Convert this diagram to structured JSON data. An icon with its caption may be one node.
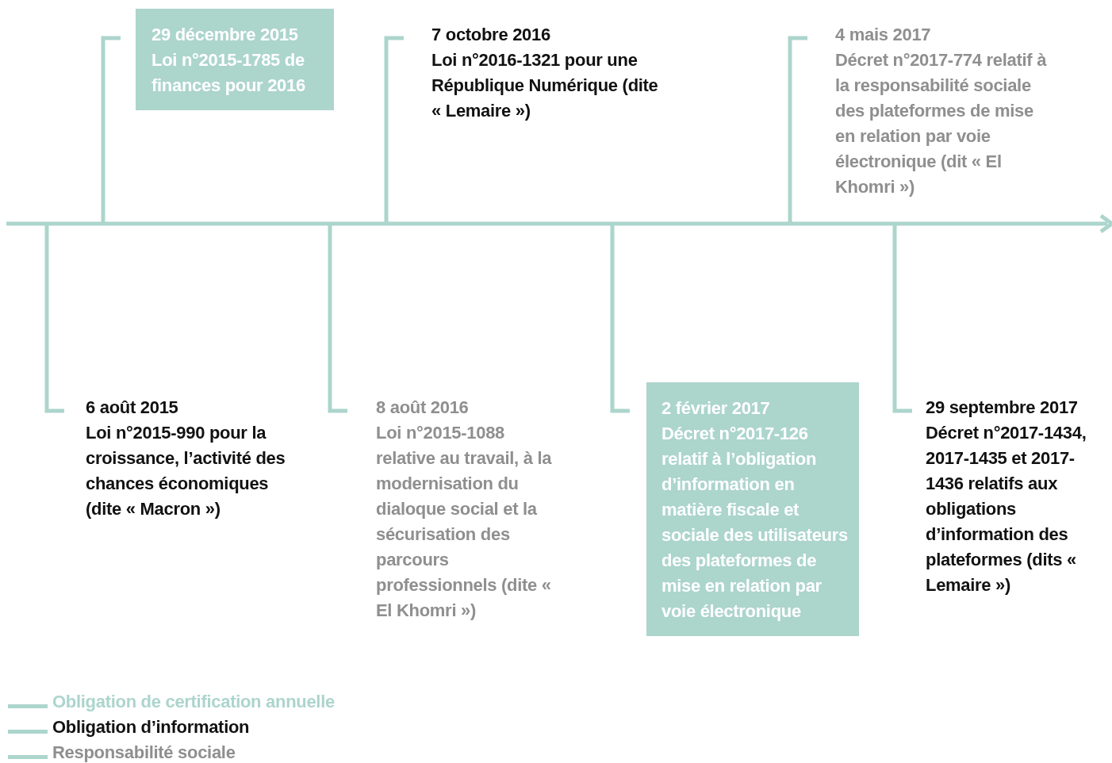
{
  "diagram": {
    "nodes": [
      {
        "text": [
          "6 août 2015",
          "Loi n°2015-990 pour la croissance, l’activité des chances économiques (dite « Macron »)"
        ]
      },
      {
        "text": [
          "29 décembre 2015",
          "Loi n°2015-1785 de finances pour 2016"
        ]
      },
      {
        "text": [
          "8 août 2016",
          "Loi n°2015-1088 relative au travail, à la modernisation du dialoque social et la sécurisation des parcours professionnels (dite « El Khomri »)"
        ]
      },
      {
        "text": [
          "7 octobre 2016",
          "Loi n°2016-1321 pour une République Numérique (dite « Lemaire »)"
        ]
      },
      {
        "text": [
          "2 février 2017",
          "Décret n°2017-126 relatif à l’obligation d’information en matière fiscale et sociale des utilisateurs des plateformes de mise en relation par voie électronique"
        ]
      },
      {
        "text": [
          "4 mais 2017",
          "Décret n°2017-774 relatif à la responsabilité sociale des plateformes de mise en relation par voie électronique (dit « El Khomri »)"
        ]
      },
      {
        "text": [
          "29 septembre 2017",
          "Décret n°2017-1434, 2017-1435 et 2017-1436 relatifs aux obligations d’information des plateformes (dits « Lemaire »)"
        ]
      }
    ],
    "legend": [
      {
        "text": "Obligation de certification annuelle"
      },
      {
        "text": "Obligation d’information"
      },
      {
        "text": "Responsabilité sociale"
      }
    ]
  }
}
